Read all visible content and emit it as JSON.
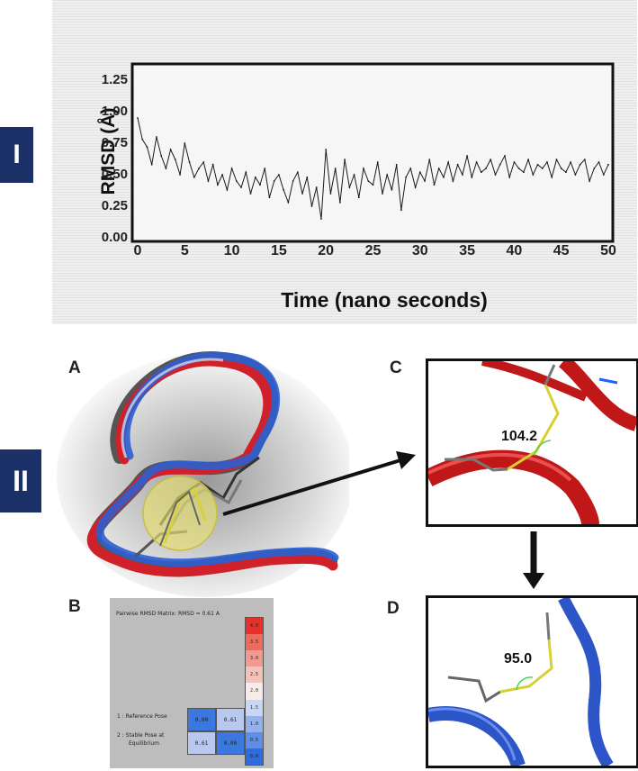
{
  "part_i_label": "I",
  "part_ii_label": "II",
  "chart_data": {
    "type": "line",
    "title": "",
    "xlabel": "Time (nano seconds)",
    "ylabel": "RMSD (Å)",
    "xlim": [
      0,
      50
    ],
    "ylim": [
      0,
      1.25
    ],
    "xticks": [
      "0",
      "5",
      "10",
      "15",
      "20",
      "25",
      "30",
      "35",
      "40",
      "45",
      "50"
    ],
    "yticks": [
      "0.00",
      "0.25",
      "0.50",
      "0.75",
      "1.00",
      "1.25"
    ],
    "series": [
      {
        "color": "#1a1a1a",
        "x": [
          0,
          0.5,
          1,
          1.5,
          2,
          2.5,
          3,
          3.5,
          4,
          4.5,
          5,
          5.5,
          6,
          6.5,
          7,
          7.5,
          8,
          8.5,
          9,
          9.5,
          10,
          10.5,
          11,
          11.5,
          12,
          12.5,
          13,
          13.5,
          14,
          14.5,
          15,
          15.5,
          16,
          16.5,
          17,
          17.5,
          18,
          18.5,
          19,
          19.5,
          20,
          20.5,
          21,
          21.5,
          22,
          22.5,
          23,
          23.5,
          24,
          24.5,
          25,
          25.5,
          26,
          26.5,
          27,
          27.5,
          28,
          28.5,
          29,
          29.5,
          30,
          30.5,
          31,
          31.5,
          32,
          32.5,
          33,
          33.5,
          34,
          34.5,
          35,
          35.5,
          36,
          36.5,
          37,
          37.5,
          38,
          38.5,
          39,
          39.5,
          40,
          40.5,
          41,
          41.5,
          42,
          42.5,
          43,
          43.5,
          44,
          44.5,
          45,
          45.5,
          46,
          46.5,
          47,
          47.5,
          48,
          48.5,
          49,
          49.5,
          50
        ],
        "y": [
          0.95,
          0.78,
          0.72,
          0.58,
          0.8,
          0.65,
          0.55,
          0.7,
          0.62,
          0.5,
          0.75,
          0.6,
          0.48,
          0.55,
          0.6,
          0.45,
          0.58,
          0.42,
          0.5,
          0.38,
          0.55,
          0.45,
          0.4,
          0.52,
          0.35,
          0.48,
          0.42,
          0.55,
          0.32,
          0.45,
          0.5,
          0.38,
          0.28,
          0.45,
          0.52,
          0.35,
          0.48,
          0.25,
          0.4,
          0.15,
          0.7,
          0.35,
          0.55,
          0.28,
          0.62,
          0.4,
          0.5,
          0.32,
          0.55,
          0.45,
          0.42,
          0.6,
          0.35,
          0.5,
          0.38,
          0.58,
          0.22,
          0.48,
          0.55,
          0.4,
          0.52,
          0.45,
          0.62,
          0.42,
          0.55,
          0.48,
          0.6,
          0.45,
          0.58,
          0.5,
          0.65,
          0.48,
          0.6,
          0.52,
          0.55,
          0.62,
          0.5,
          0.58,
          0.65,
          0.48,
          0.6,
          0.55,
          0.52,
          0.62,
          0.5,
          0.58,
          0.55,
          0.6,
          0.48,
          0.62,
          0.55,
          0.52,
          0.6,
          0.5,
          0.58,
          0.62,
          0.45,
          0.55,
          0.6,
          0.5,
          0.58
        ]
      }
    ]
  },
  "panels": {
    "a": "A",
    "b": "B",
    "c": "C",
    "d": "D"
  },
  "angle_c": "104.2",
  "angle_d": "95.0",
  "matrix": {
    "header": "Pairwise RMSD Matrix:   RMSD = 0.61 A",
    "row1_label": "1 : Reference Pose",
    "row2_label_1": "2 : Stable Pose at",
    "row2_label_2": "Equilibrium",
    "cells": [
      "0.00",
      "0.61",
      "0.61",
      "0.00"
    ],
    "cell_colors": [
      "#3a78e0",
      "#b8c8f0",
      "#b8c8f0",
      "#3a78e0"
    ],
    "colorbar": [
      {
        "label": "4.0",
        "color": "#e8302a"
      },
      {
        "label": "3.5",
        "color": "#ef6a5e"
      },
      {
        "label": "3.0",
        "color": "#f29a8f"
      },
      {
        "label": "2.5",
        "color": "#f5c2ba"
      },
      {
        "label": "2.0",
        "color": "#f7ecea"
      },
      {
        "label": "1.5",
        "color": "#c9d6f5"
      },
      {
        "label": "1.0",
        "color": "#94b1ee"
      },
      {
        "label": "0.5",
        "color": "#5f8ee6"
      },
      {
        "label": "0.0",
        "color": "#2d6ce0"
      }
    ]
  }
}
